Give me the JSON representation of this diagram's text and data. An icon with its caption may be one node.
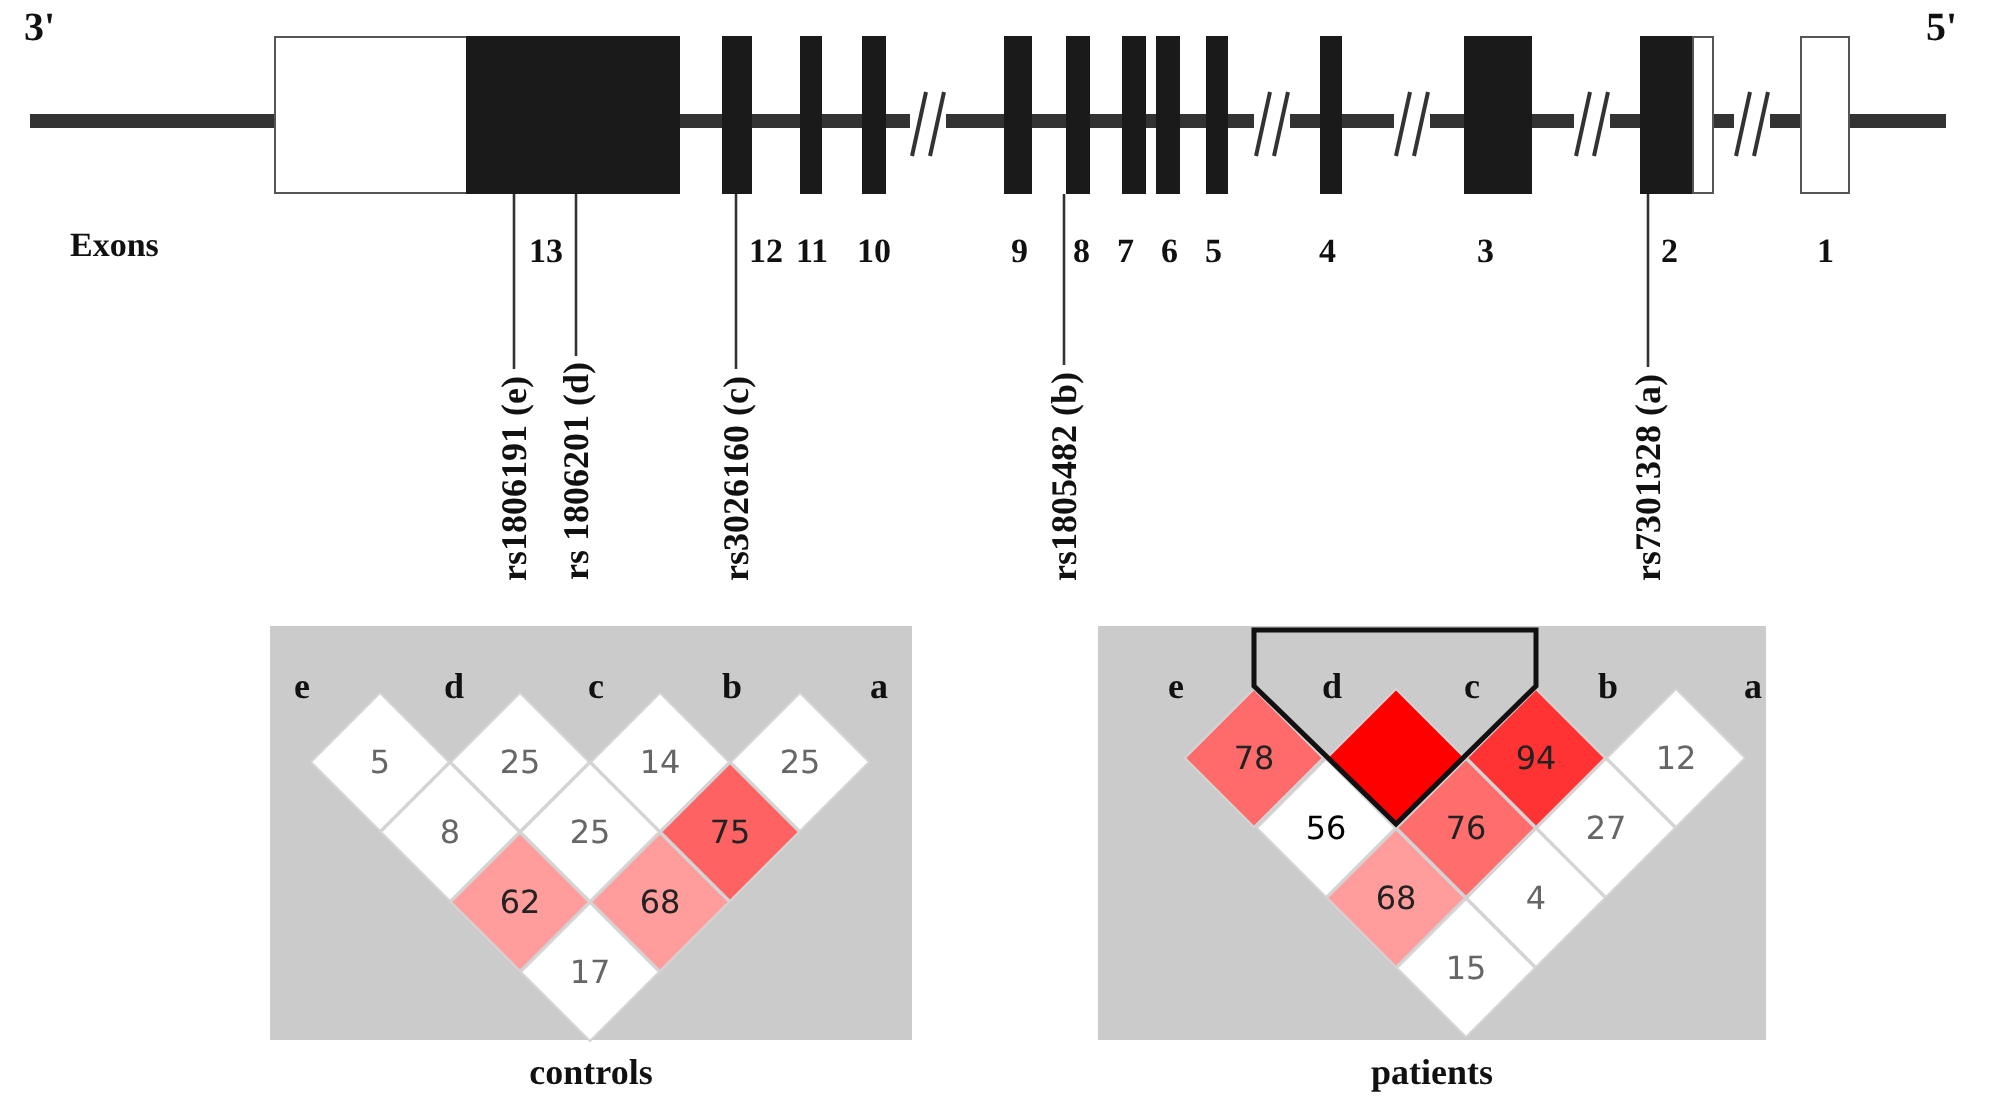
{
  "diagram": {
    "nodes": [
      {
        "text": [],
        "shape": "box"
      },
      {
        "text": [],
        "shape": "box"
      },
      {
        "text": [],
        "shape": "box"
      },
      {
        "text": [],
        "shape": "box"
      },
      {
        "text": [
          "rs1806191 (e)"
        ]
      },
      {
        "text": [
          "rs 1806201 (d)"
        ]
      },
      {
        "text": [
          "rs3026160 (c)"
        ]
      },
      {
        "text": [
          "rs1805482 (b)"
        ]
      },
      {
        "text": [
          "rs7301328 (a)"
        ]
      },
      {
        "text": [
          "e",
          "d",
          "c",
          "b",
          "a"
        ],
        "beside": [
          "controls"
        ]
      },
      {
        "text": [
          "5"
        ],
        "in": 9
      },
      {
        "text": [
          "25"
        ],
        "in": 9
      },
      {
        "text": [
          "14"
        ],
        "in": 9
      },
      {
        "text": [
          "25"
        ],
        "in": 9
      },
      {
        "text": [
          "8"
        ],
        "in": 9
      },
      {
        "text": [
          "25"
        ],
        "in": 9
      },
      {
        "text": [
          "75"
        ],
        "in": 9
      },
      {
        "text": [
          "62"
        ],
        "in": 9
      },
      {
        "text": [
          "68"
        ],
        "in": 9
      },
      {
        "text": [
          "17"
        ],
        "in": 9
      },
      {
        "text": [
          "e",
          "d",
          "c",
          "b",
          "a"
        ],
        "beside": [
          "patients"
        ]
      },
      {
        "text": [
          "78"
        ],
        "in": 20
      },
      {
        "text": [],
        "shape": "diamond",
        "in": 20
      },
      {
        "text": [
          "94"
        ],
        "in": 20
      },
      {
        "text": [
          "12"
        ],
        "in": 20
      },
      {
        "text": [
          "56"
        ],
        "in": 20
      },
      {
        "text": [
          "76"
        ],
        "in": 20
      },
      {
        "text": [
          "27"
        ],
        "in": 20
      },
      {
        "text": [
          "68"
        ],
        "in": 20
      },
      {
        "text": [
          "4"
        ],
        "in": 20
      },
      {
        "text": [
          "15"
        ],
        "in": 20
      }
    ],
    "edges": [
      {
        "from": 4,
        "to": 0,
        "arrow": "none"
      },
      {
        "from": 5,
        "to": 0,
        "arrow": "none"
      },
      {
        "from": 6,
        "to": 1,
        "arrow": "none"
      },
      {
        "from": 7,
        "to": 2,
        "arrow": "none"
      },
      {
        "from": 8,
        "to": 3,
        "arrow": "none"
      }
    ],
    "labels": [
      "3'",
      "5'",
      "Exons",
      "13",
      "12",
      "11",
      "10",
      "9",
      "8",
      "7",
      "6",
      "5",
      "4",
      "3",
      "2",
      "1"
    ]
  }
}
